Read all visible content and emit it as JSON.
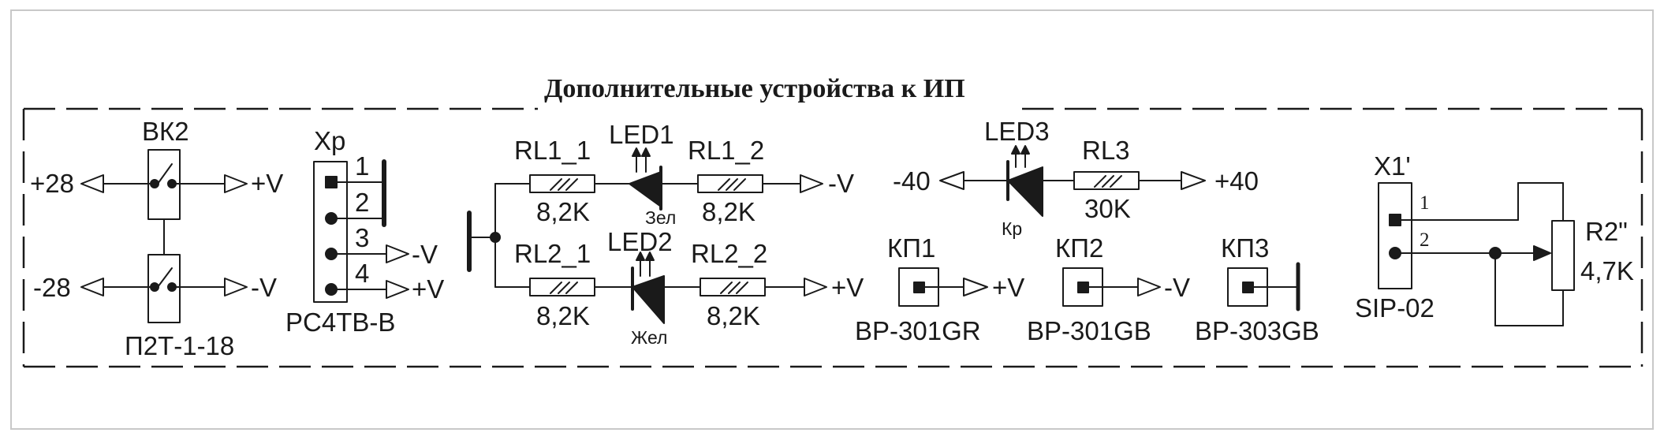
{
  "title": "Дополнительные устройства к ИП",
  "labels": {
    "vk2": "ВК2",
    "p2t": "П2Т-1-18",
    "plus28": "+28",
    "minus28": "-28",
    "vk2_out": "+V",
    "p2t_out": "-V",
    "xp": "Xp",
    "pc4tb": "PC4TB-B",
    "pin1": "1",
    "pin2": "2",
    "pin3": "3",
    "pin4": "4",
    "xp_pin3_out": "-V",
    "xp_pin4_out": "+V",
    "rl1_1": "RL1_1",
    "rl1_1_val": "8,2K",
    "led1": "LED1",
    "led1_color": "Зел",
    "rl1_2": "RL1_2",
    "rl1_2_val": "8,2K",
    "row1_out": "-V",
    "rl2_1": "RL2_1",
    "rl2_1_val": "8,2K",
    "led2": "LED2",
    "led2_color": "Жел",
    "rl2_2": "RL2_2",
    "rl2_2_val": "8,2K",
    "row2_out": "+V",
    "minus40": "-40",
    "led3": "LED3",
    "led3_color": "Кр",
    "rl3": "RL3",
    "rl3_val": "30K",
    "plus40": "+40",
    "kp1": "КП1",
    "kp1_out": "+V",
    "bp301gr": "BP-301GR",
    "kp2": "КП2",
    "kp2_out": "-V",
    "bp301gb": "BP-301GB",
    "kp3": "КП3",
    "bp303gb": "BP-303GB",
    "x1": "X1'",
    "x1_pin1": "1",
    "x1_pin2": "2",
    "sip02": "SIP-02",
    "r2": "R2\"",
    "r2_val": "4,7K"
  }
}
